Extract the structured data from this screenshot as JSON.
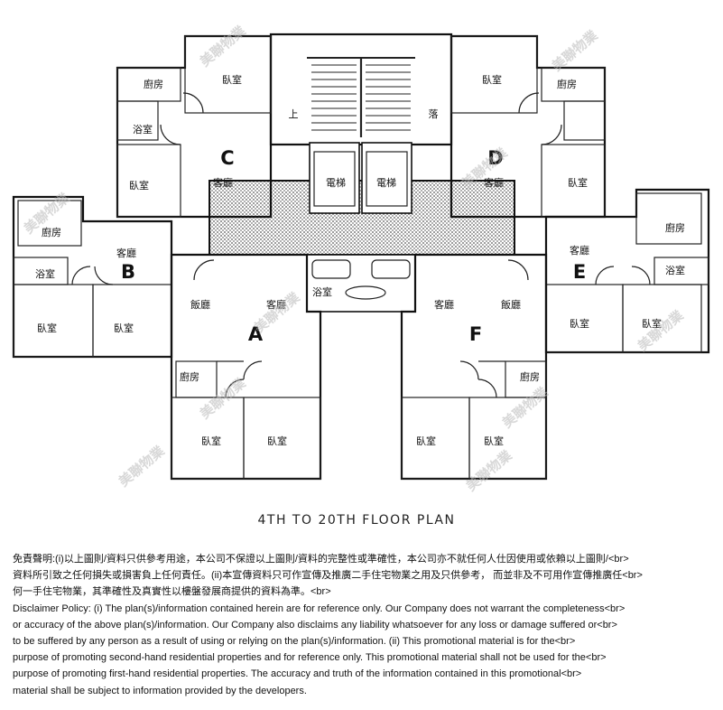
{
  "plan": {
    "title": "4TH TO 20TH FLOOR PLAN",
    "watermark": "美聯物業",
    "core": {
      "stair_up": "上",
      "stair_down": "落",
      "lift_left": "電梯",
      "lift_right": "電梯",
      "bath": "浴室"
    },
    "unit_a": {
      "letter": "A",
      "dining": "飯廳",
      "living": "客廳",
      "kitchen": "廚房",
      "bedroom_1": "臥室",
      "bedroom_2": "臥室"
    },
    "unit_b": {
      "letter": "B",
      "kitchen": "廚房",
      "living": "客廳",
      "bath": "浴室",
      "bedroom_1": "臥室",
      "bedroom_2": "臥室"
    },
    "unit_c": {
      "letter": "C",
      "kitchen": "廚房",
      "bedroom_1": "臥室",
      "bath": "浴室",
      "bedroom_2": "臥室",
      "living": "客廳"
    },
    "unit_d": {
      "letter": "D",
      "bedroom_1": "臥室",
      "kitchen": "廚房",
      "living": "客廳",
      "bedroom_2": "臥室"
    },
    "unit_e": {
      "letter": "E",
      "kitchen": "廚房",
      "living": "客廳",
      "bath": "浴室",
      "bedroom_1": "臥室",
      "bedroom_2": "臥室"
    },
    "unit_f": {
      "letter": "F",
      "living": "客廳",
      "dining": "飯廳",
      "kitchen": "廚房",
      "bedroom_1": "臥室",
      "bedroom_2": "臥室"
    }
  },
  "disclaimer": {
    "lines": [
      "免責聲明:(i)以上圖則/資料只供參考用途，本公司不保證以上圖則/資料的完整性或準確性，本公司亦不就任何人仕因使用或依賴以上圖則/<br>",
      "資料所引致之任何損失或損害負上任何責任。(ii)本宣傳資料只可作宣傳及推廣二手住宅物業之用及只供參考， 而並非及不可用作宣傳推廣任<br>",
      "何一手住宅物業，其準確性及真實性以樓盤發展商提供的資料為準。<br>",
      "Disclaimer Policy: (i) The plan(s)/information contained herein are for reference only. Our Company does not warrant the completeness<br>",
      "or accuracy of the above plan(s)/information. Our Company also disclaims any liability whatsoever for any loss or damage suffered or<br>",
      "to be suffered by any person as a result of using or relying on the plan(s)/information. (ii) This promotional material is for the<br>",
      "purpose of promoting second-hand residential properties and for reference only. This promotional material shall not be used for the<br>",
      "purpose of promoting first-hand residential properties. The accuracy and truth of the information contained in this promotional<br>",
      "material shall be subject to information provided by the developers."
    ]
  }
}
